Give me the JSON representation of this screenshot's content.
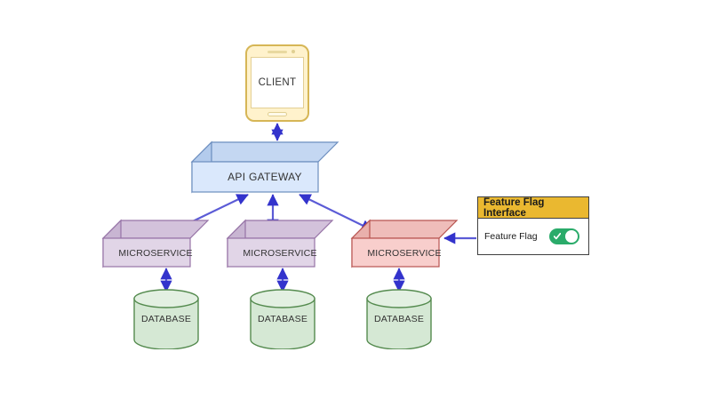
{
  "diagram": {
    "title": "Microservices architecture with feature flag",
    "background_color": "#ffffff",
    "arrow_color": "#3333cc"
  },
  "client": {
    "label": "CLIENT",
    "icon": "mobile-phone-icon",
    "fill_color": "#fff2cc",
    "stroke_color": "#d6b656"
  },
  "gateway": {
    "label": "API GATEWAY",
    "fill_color": "#dae8fc",
    "stroke_color": "#6c8ebf"
  },
  "microservices": [
    {
      "label": "MICROSERVICE",
      "fill_color": "#e1d5e7",
      "stroke_color": "#9673a6"
    },
    {
      "label": "MICROSERVICE",
      "fill_color": "#e1d5e7",
      "stroke_color": "#9673a6"
    },
    {
      "label": "MICROSERVICE",
      "fill_color": "#f8cecc",
      "stroke_color": "#b85450"
    }
  ],
  "databases": [
    {
      "label": "DATABASE",
      "fill_color": "#d5e8d4",
      "stroke_color": "#558b4f"
    },
    {
      "label": "DATABASE",
      "fill_color": "#d5e8d4",
      "stroke_color": "#558b4f"
    },
    {
      "label": "DATABASE",
      "fill_color": "#d5e8d4",
      "stroke_color": "#558b4f"
    }
  ],
  "feature_flag_panel": {
    "header": "Feature Flag Interface",
    "row_label": "Feature Flag",
    "toggle_state": "on",
    "toggle_icon": "toggle-on-icon",
    "header_color": "#eab830",
    "toggle_color": "#2aab6a"
  },
  "connections": [
    {
      "from": "client",
      "to": "gateway",
      "style": "double-arrow"
    },
    {
      "from": "gateway",
      "to": "microservice-1",
      "style": "double-arrow"
    },
    {
      "from": "gateway",
      "to": "microservice-2",
      "style": "double-arrow"
    },
    {
      "from": "gateway",
      "to": "microservice-3",
      "style": "double-arrow"
    },
    {
      "from": "microservice-1",
      "to": "database-1",
      "style": "double-arrow"
    },
    {
      "from": "microservice-2",
      "to": "database-2",
      "style": "double-arrow"
    },
    {
      "from": "microservice-3",
      "to": "database-3",
      "style": "double-arrow"
    },
    {
      "from": "feature-flag-panel",
      "to": "microservice-3",
      "style": "single-arrow"
    }
  ]
}
